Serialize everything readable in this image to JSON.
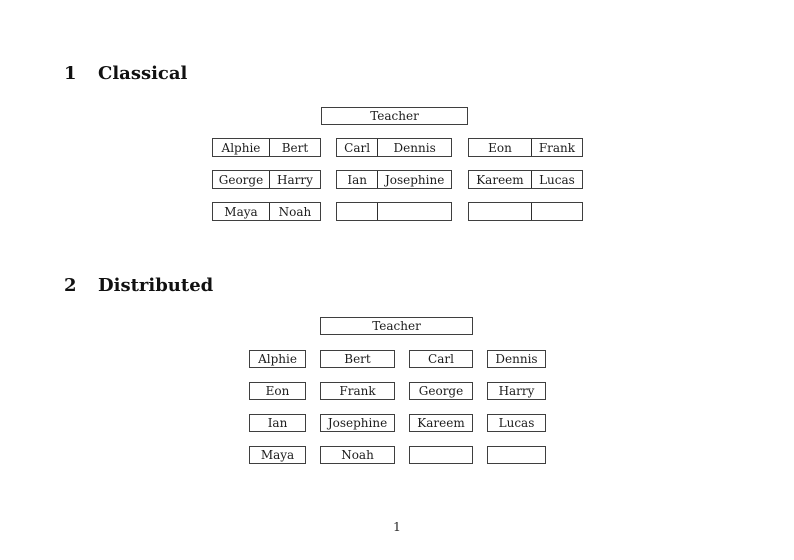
{
  "page": {
    "number": "1"
  },
  "colors": {
    "ink": "#1a1a1a",
    "box_border": "#3f3f3f",
    "background": "#ffffff"
  },
  "sections": [
    {
      "number": "1",
      "title": "Classical",
      "teacher_label": "Teacher",
      "desk_rows": [
        [
          [
            "Alphie",
            "Bert"
          ],
          [
            "Carl",
            "Dennis"
          ],
          [
            "Eon",
            "Frank"
          ]
        ],
        [
          [
            "George",
            "Harry"
          ],
          [
            "Ian",
            "Josephine"
          ],
          [
            "Kareem",
            "Lucas"
          ]
        ],
        [
          [
            "Maya",
            "Noah"
          ],
          [
            "",
            ""
          ],
          [
            "",
            ""
          ]
        ]
      ]
    },
    {
      "number": "2",
      "title": "Distributed",
      "teacher_label": "Teacher",
      "desk_rows": [
        [
          "Alphie",
          "Bert",
          "Carl",
          "Dennis"
        ],
        [
          "Eon",
          "Frank",
          "George",
          "Harry"
        ],
        [
          "Ian",
          "Josephine",
          "Kareem",
          "Lucas"
        ],
        [
          "Maya",
          "Noah",
          "",
          ""
        ]
      ]
    }
  ]
}
